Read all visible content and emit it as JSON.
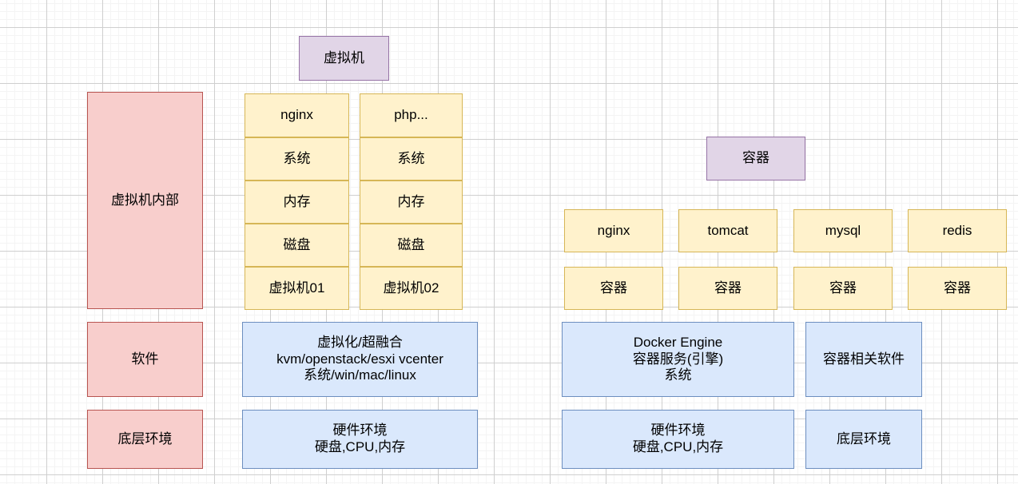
{
  "diagram": {
    "title_vm": "虚拟机",
    "title_container": "容器",
    "left_section": {
      "legend_boxes": [
        {
          "label": "虚拟机内部"
        },
        {
          "label": "软件"
        },
        {
          "label": "底层环境"
        }
      ],
      "vm_columns": [
        {
          "name": "虚拟机01",
          "layers": [
            "nginx",
            "系统",
            "内存",
            "磁盘",
            "虚拟机01"
          ]
        },
        {
          "name": "虚拟机02",
          "layers": [
            "php...",
            "系统",
            "内存",
            "磁盘",
            "虚拟机02"
          ]
        }
      ],
      "platform_box": "虚拟化/超融合\nkvm/openstack/esxi vcenter\n系统/win/mac/linux",
      "hardware_box": "硬件环境\n硬盘,CPU,内存"
    },
    "right_section": {
      "apps": [
        "nginx",
        "tomcat",
        "mysql",
        "redis"
      ],
      "container_labels": [
        "容器",
        "容器",
        "容器",
        "容器"
      ],
      "engine_box": "Docker Engine\n容器服务(引擎)\n系统",
      "hardware_box": "硬件环境\n硬盘,CPU,内存",
      "software_legend": "容器相关软件",
      "environment_legend": "底层环境"
    }
  },
  "colors": {
    "pink_fill": "#f8cecc",
    "pink_border": "#b85450",
    "yellow_fill": "#fff2cc",
    "yellow_border": "#d6b656",
    "blue_fill": "#dae8fc",
    "blue_border": "#6c8ebf",
    "purple_fill": "#e1d5e7",
    "purple_border": "#9673a6",
    "grid_major": "#cfcfcf",
    "grid_minor": "#f4f4f4"
  }
}
